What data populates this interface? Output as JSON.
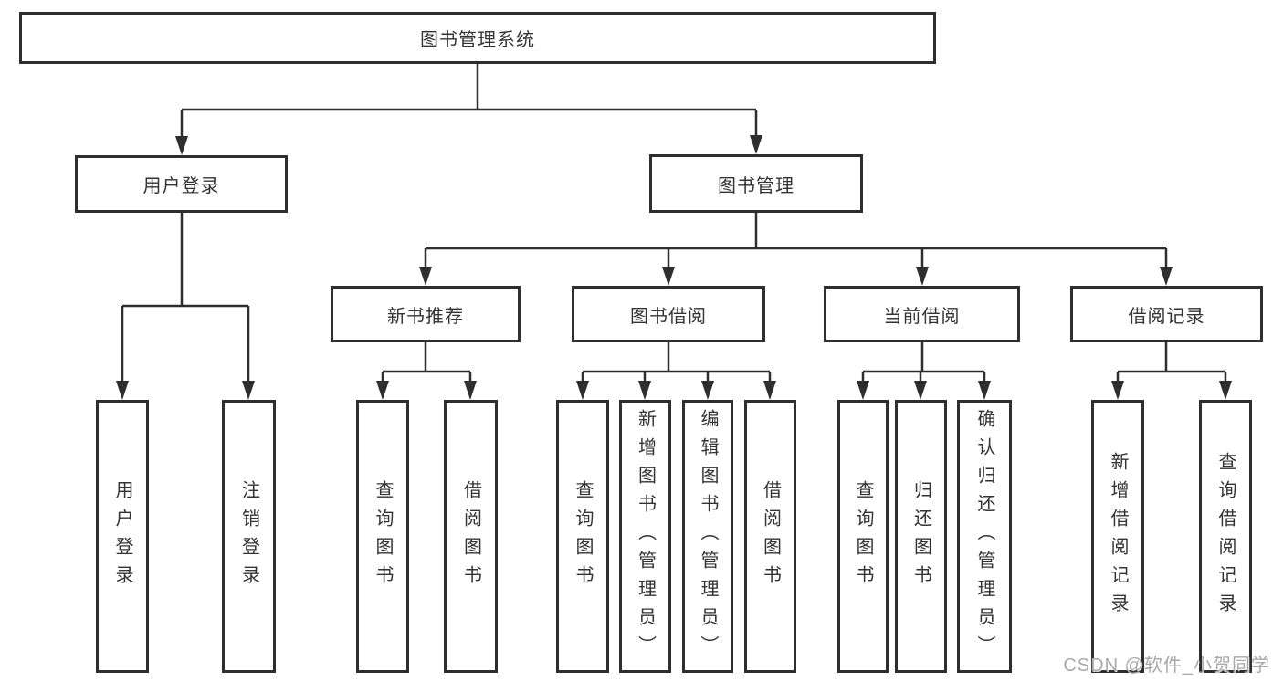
{
  "root": {
    "label": "图书管理系统"
  },
  "level2": [
    {
      "label": "用户登录"
    },
    {
      "label": "图书管理"
    }
  ],
  "level3": [
    {
      "label": "新书推荐"
    },
    {
      "label": "图书借阅"
    },
    {
      "label": "当前借阅"
    },
    {
      "label": "借阅记录"
    }
  ],
  "leaves": [
    {
      "label": "用户登录"
    },
    {
      "label": "注销登录"
    },
    {
      "label": "查询图书"
    },
    {
      "label": "借阅图书"
    },
    {
      "label": "查询图书"
    },
    {
      "label": "新增图书（管理员）"
    },
    {
      "label": "编辑图书（管理员）"
    },
    {
      "label": "借阅图书"
    },
    {
      "label": "查询图书"
    },
    {
      "label": "归还图书"
    },
    {
      "label": "确认归还（管理员）"
    },
    {
      "label": "新增借阅记录"
    },
    {
      "label": "查询借阅记录"
    }
  ],
  "watermark": {
    "text": "CSDN @软件_小贺同学"
  },
  "colors": {
    "line": "#2e2e2e",
    "text": "#333333",
    "watermark": "#a9a9a9",
    "background": "#ffffff"
  }
}
